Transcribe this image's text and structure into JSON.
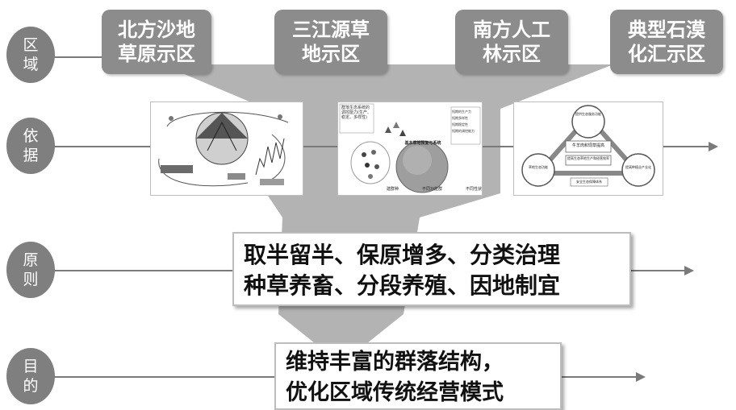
{
  "rows": [
    {
      "label": "区域"
    },
    {
      "label": "依据"
    },
    {
      "label": "原则"
    },
    {
      "label": "目的"
    }
  ],
  "regions": [
    {
      "label": "北方沙地草原示区"
    },
    {
      "label": "三江源草地示区"
    },
    {
      "label": "南方人工林示区"
    },
    {
      "label": "典型石漠化汇示区"
    }
  ],
  "principles": {
    "line1": "取半留半、保原增多、分类治理",
    "line2": "种草养畜、分段养殖、因地制宜"
  },
  "purpose": {
    "line1": "维持丰富的群落结构，",
    "line2": "优化区域传统经营模式"
  },
  "panel2": {
    "center_title": "基本草地恢复与系统",
    "legend": [
      "短期的生产力",
      "短期多样性",
      "短期稳定性",
      "短期的调控能力"
    ],
    "side_note": "群落生态系统的调控能力(生产、稳定、多样性)",
    "bottom_labels": [
      "建群种",
      "不同功能群",
      "不同性状"
    ]
  },
  "panel3": {
    "top": "提供生态服务功能",
    "center": "牛羊肉和饲草提高",
    "center_sub": "提高生态草地生产和经营效率",
    "left": "草地生态功能",
    "right": "提高种植业产业化",
    "bottom": "安全生态保障体系"
  },
  "colors": {
    "funnel": "#b3b3b3",
    "region_box": "#8c8c8c",
    "row_label": "#7f7f7f",
    "line": "#7a7a7a"
  }
}
